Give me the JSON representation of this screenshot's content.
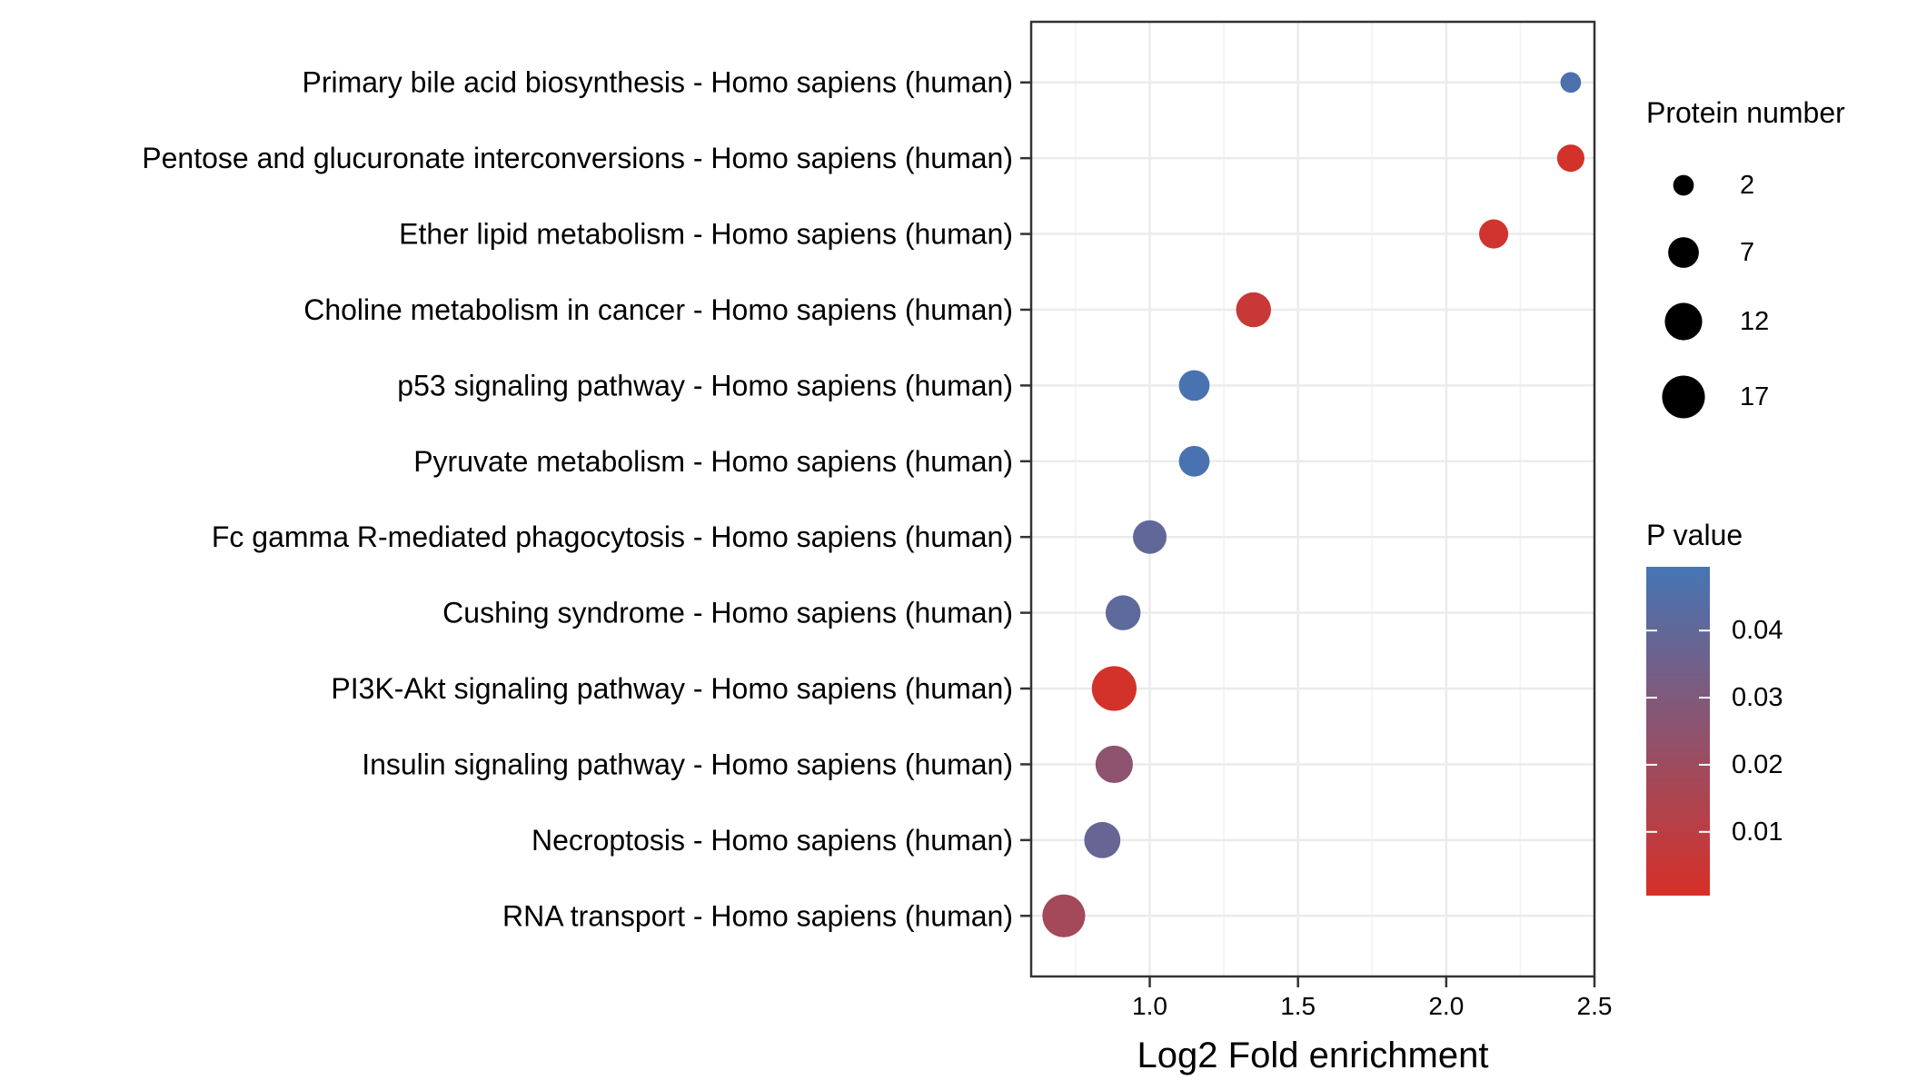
{
  "chart_data": {
    "type": "scatter",
    "xlabel": "Log2 Fold enrichment",
    "ylabel": "",
    "xlim": [
      0.6,
      2.5
    ],
    "xticks": [
      1.0,
      1.5,
      2.0,
      2.5
    ],
    "xtick_labels": [
      "1.0",
      "1.5",
      "2.0",
      "2.5"
    ],
    "grid": true,
    "categories": [
      "Primary bile acid biosynthesis - Homo sapiens (human)",
      "Pentose and glucuronate interconversions - Homo sapiens (human)",
      "Ether lipid metabolism - Homo sapiens (human)",
      "Choline metabolism in cancer - Homo sapiens (human)",
      "p53 signaling pathway - Homo sapiens (human)",
      "Pyruvate metabolism - Homo sapiens (human)",
      "Fc gamma R-mediated phagocytosis - Homo sapiens (human)",
      "Cushing syndrome - Homo sapiens (human)",
      "PI3K-Akt signaling pathway - Homo sapiens (human)",
      "Insulin signaling pathway - Homo sapiens (human)",
      "Necroptosis - Homo sapiens (human)",
      "RNA transport - Homo sapiens (human)"
    ],
    "points": [
      {
        "x": 2.42,
        "protein_number": 2,
        "p_value": 0.047
      },
      {
        "x": 2.42,
        "protein_number": 5,
        "p_value": 0.002
      },
      {
        "x": 2.16,
        "protein_number": 6,
        "p_value": 0.003
      },
      {
        "x": 1.35,
        "protein_number": 10,
        "p_value": 0.006
      },
      {
        "x": 1.15,
        "protein_number": 7,
        "p_value": 0.048
      },
      {
        "x": 1.15,
        "protein_number": 7,
        "p_value": 0.048
      },
      {
        "x": 1.0,
        "protein_number": 9,
        "p_value": 0.04
      },
      {
        "x": 0.91,
        "protein_number": 10,
        "p_value": 0.041
      },
      {
        "x": 0.88,
        "protein_number": 19,
        "p_value": 0.002
      },
      {
        "x": 0.88,
        "protein_number": 12,
        "p_value": 0.025
      },
      {
        "x": 0.84,
        "protein_number": 11,
        "p_value": 0.038
      },
      {
        "x": 0.71,
        "protein_number": 17,
        "p_value": 0.018
      }
    ],
    "size_legend": {
      "title": "Protein number",
      "values": [
        2,
        7,
        12,
        17
      ],
      "labels": [
        "2",
        "7",
        "12",
        "17"
      ]
    },
    "color_legend": {
      "title": "P value",
      "low_color": "#d73027",
      "high_color": "#4575b4",
      "range": [
        0.0005,
        0.0495
      ],
      "ticks": [
        0.01,
        0.02,
        0.03,
        0.04
      ],
      "tick_labels": [
        "0.01",
        "0.02",
        "0.03",
        "0.04"
      ]
    },
    "legend_placement": "right"
  }
}
